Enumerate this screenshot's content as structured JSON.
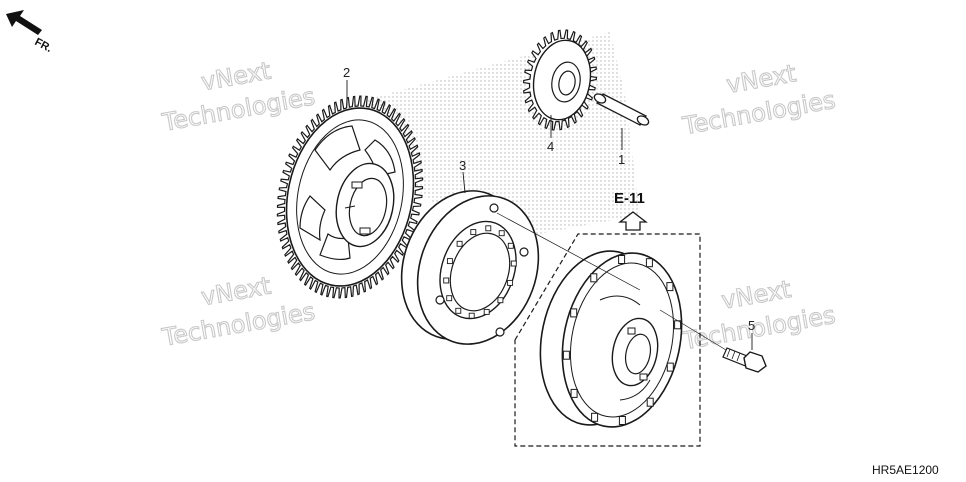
{
  "direction": {
    "label": "FR.",
    "icon": "front-arrow-icon"
  },
  "parts": [
    {
      "number": "1",
      "name": "pin"
    },
    {
      "number": "2",
      "name": "large-gear"
    },
    {
      "number": "3",
      "name": "one-way-clutch"
    },
    {
      "number": "4",
      "name": "idler-gear"
    },
    {
      "number": "5",
      "name": "bolt"
    }
  ],
  "reference": {
    "label": "E-11",
    "icon": "up-arrow-icon"
  },
  "diagram_code": "HR5AE1200",
  "watermark": {
    "line1": "vNext",
    "line2": "Technologies"
  },
  "colors": {
    "line": "#1a1a1a",
    "dot_pattern": "#9a9a9a",
    "watermark": "#c9c9c9"
  }
}
